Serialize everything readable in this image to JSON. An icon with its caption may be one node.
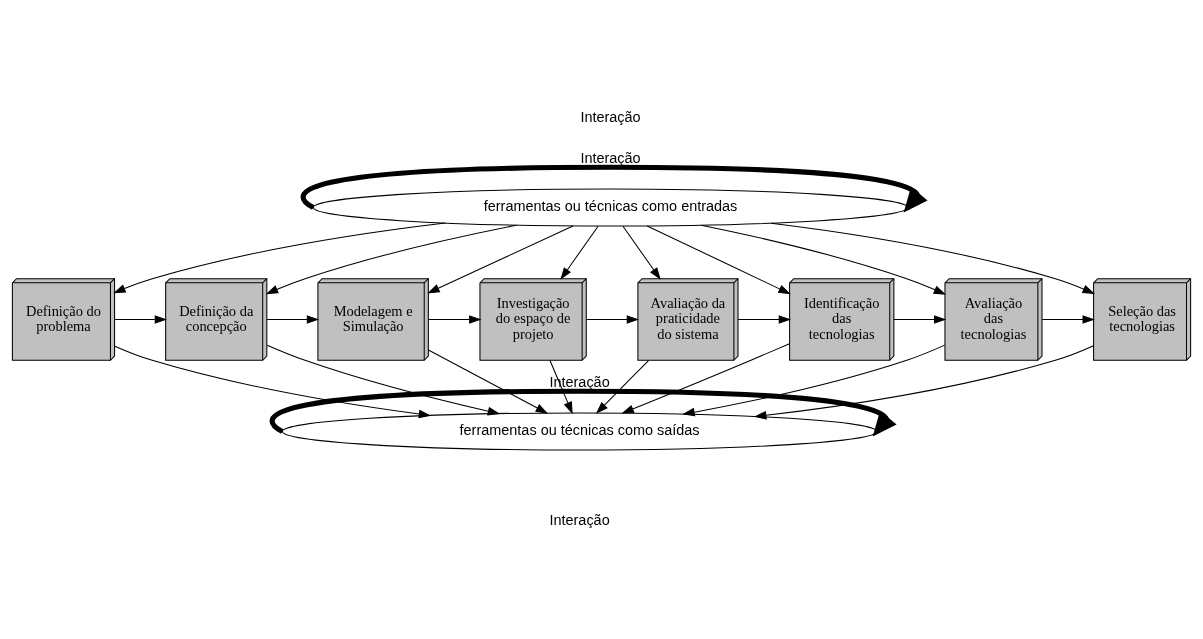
{
  "diagram": {
    "nodes": [
      {
        "text": [
          "ferramentas ou técnicas como entradas"
        ]
      },
      {
        "text": [
          "Definição do problema"
        ]
      },
      {
        "text": [
          "Definição da concepção"
        ]
      },
      {
        "text": [
          "Modelagem e Simulação"
        ]
      },
      {
        "text": [
          "Investigação do espaço de projeto"
        ]
      },
      {
        "text": [
          "Avaliação da praticidade do sistema"
        ]
      },
      {
        "text": [
          "Identificação das tecnologias"
        ]
      },
      {
        "text": [
          "Avaliação das tecnologias"
        ]
      },
      {
        "text": [
          "Seleção das tecnologias"
        ]
      },
      {
        "text": [
          "ferramentas ou técnicas como saídas"
        ]
      }
    ],
    "edges": [
      {
        "from": 0,
        "to": 0,
        "arrow": "to",
        "label": "Interação",
        "style": "thick"
      },
      {
        "from": 0,
        "to": 1,
        "arrow": "to"
      },
      {
        "from": 0,
        "to": 2,
        "arrow": "to"
      },
      {
        "from": 0,
        "to": 3,
        "arrow": "to"
      },
      {
        "from": 0,
        "to": 4,
        "arrow": "to"
      },
      {
        "from": 0,
        "to": 5,
        "arrow": "to"
      },
      {
        "from": 0,
        "to": 6,
        "arrow": "to"
      },
      {
        "from": 0,
        "to": 7,
        "arrow": "to"
      },
      {
        "from": 0,
        "to": 8,
        "arrow": "to"
      },
      {
        "from": 1,
        "to": 2,
        "arrow": "to"
      },
      {
        "from": 2,
        "to": 3,
        "arrow": "to"
      },
      {
        "from": 3,
        "to": 4,
        "arrow": "to"
      },
      {
        "from": 4,
        "to": 5,
        "arrow": "to"
      },
      {
        "from": 5,
        "to": 6,
        "arrow": "to"
      },
      {
        "from": 6,
        "to": 7,
        "arrow": "to"
      },
      {
        "from": 7,
        "to": 8,
        "arrow": "to"
      },
      {
        "from": 1,
        "to": 9,
        "arrow": "to"
      },
      {
        "from": 2,
        "to": 9,
        "arrow": "to"
      },
      {
        "from": 3,
        "to": 9,
        "arrow": "to"
      },
      {
        "from": 4,
        "to": 9,
        "arrow": "to"
      },
      {
        "from": 5,
        "to": 9,
        "arrow": "to"
      },
      {
        "from": 6,
        "to": 9,
        "arrow": "to"
      },
      {
        "from": 7,
        "to": 9,
        "arrow": "to"
      },
      {
        "from": 8,
        "to": 9,
        "arrow": "to"
      },
      {
        "from": 9,
        "to": 9,
        "arrow": "to",
        "label": "Interação",
        "style": "thick"
      }
    ],
    "labels": [
      "Interação",
      "Interação"
    ]
  }
}
